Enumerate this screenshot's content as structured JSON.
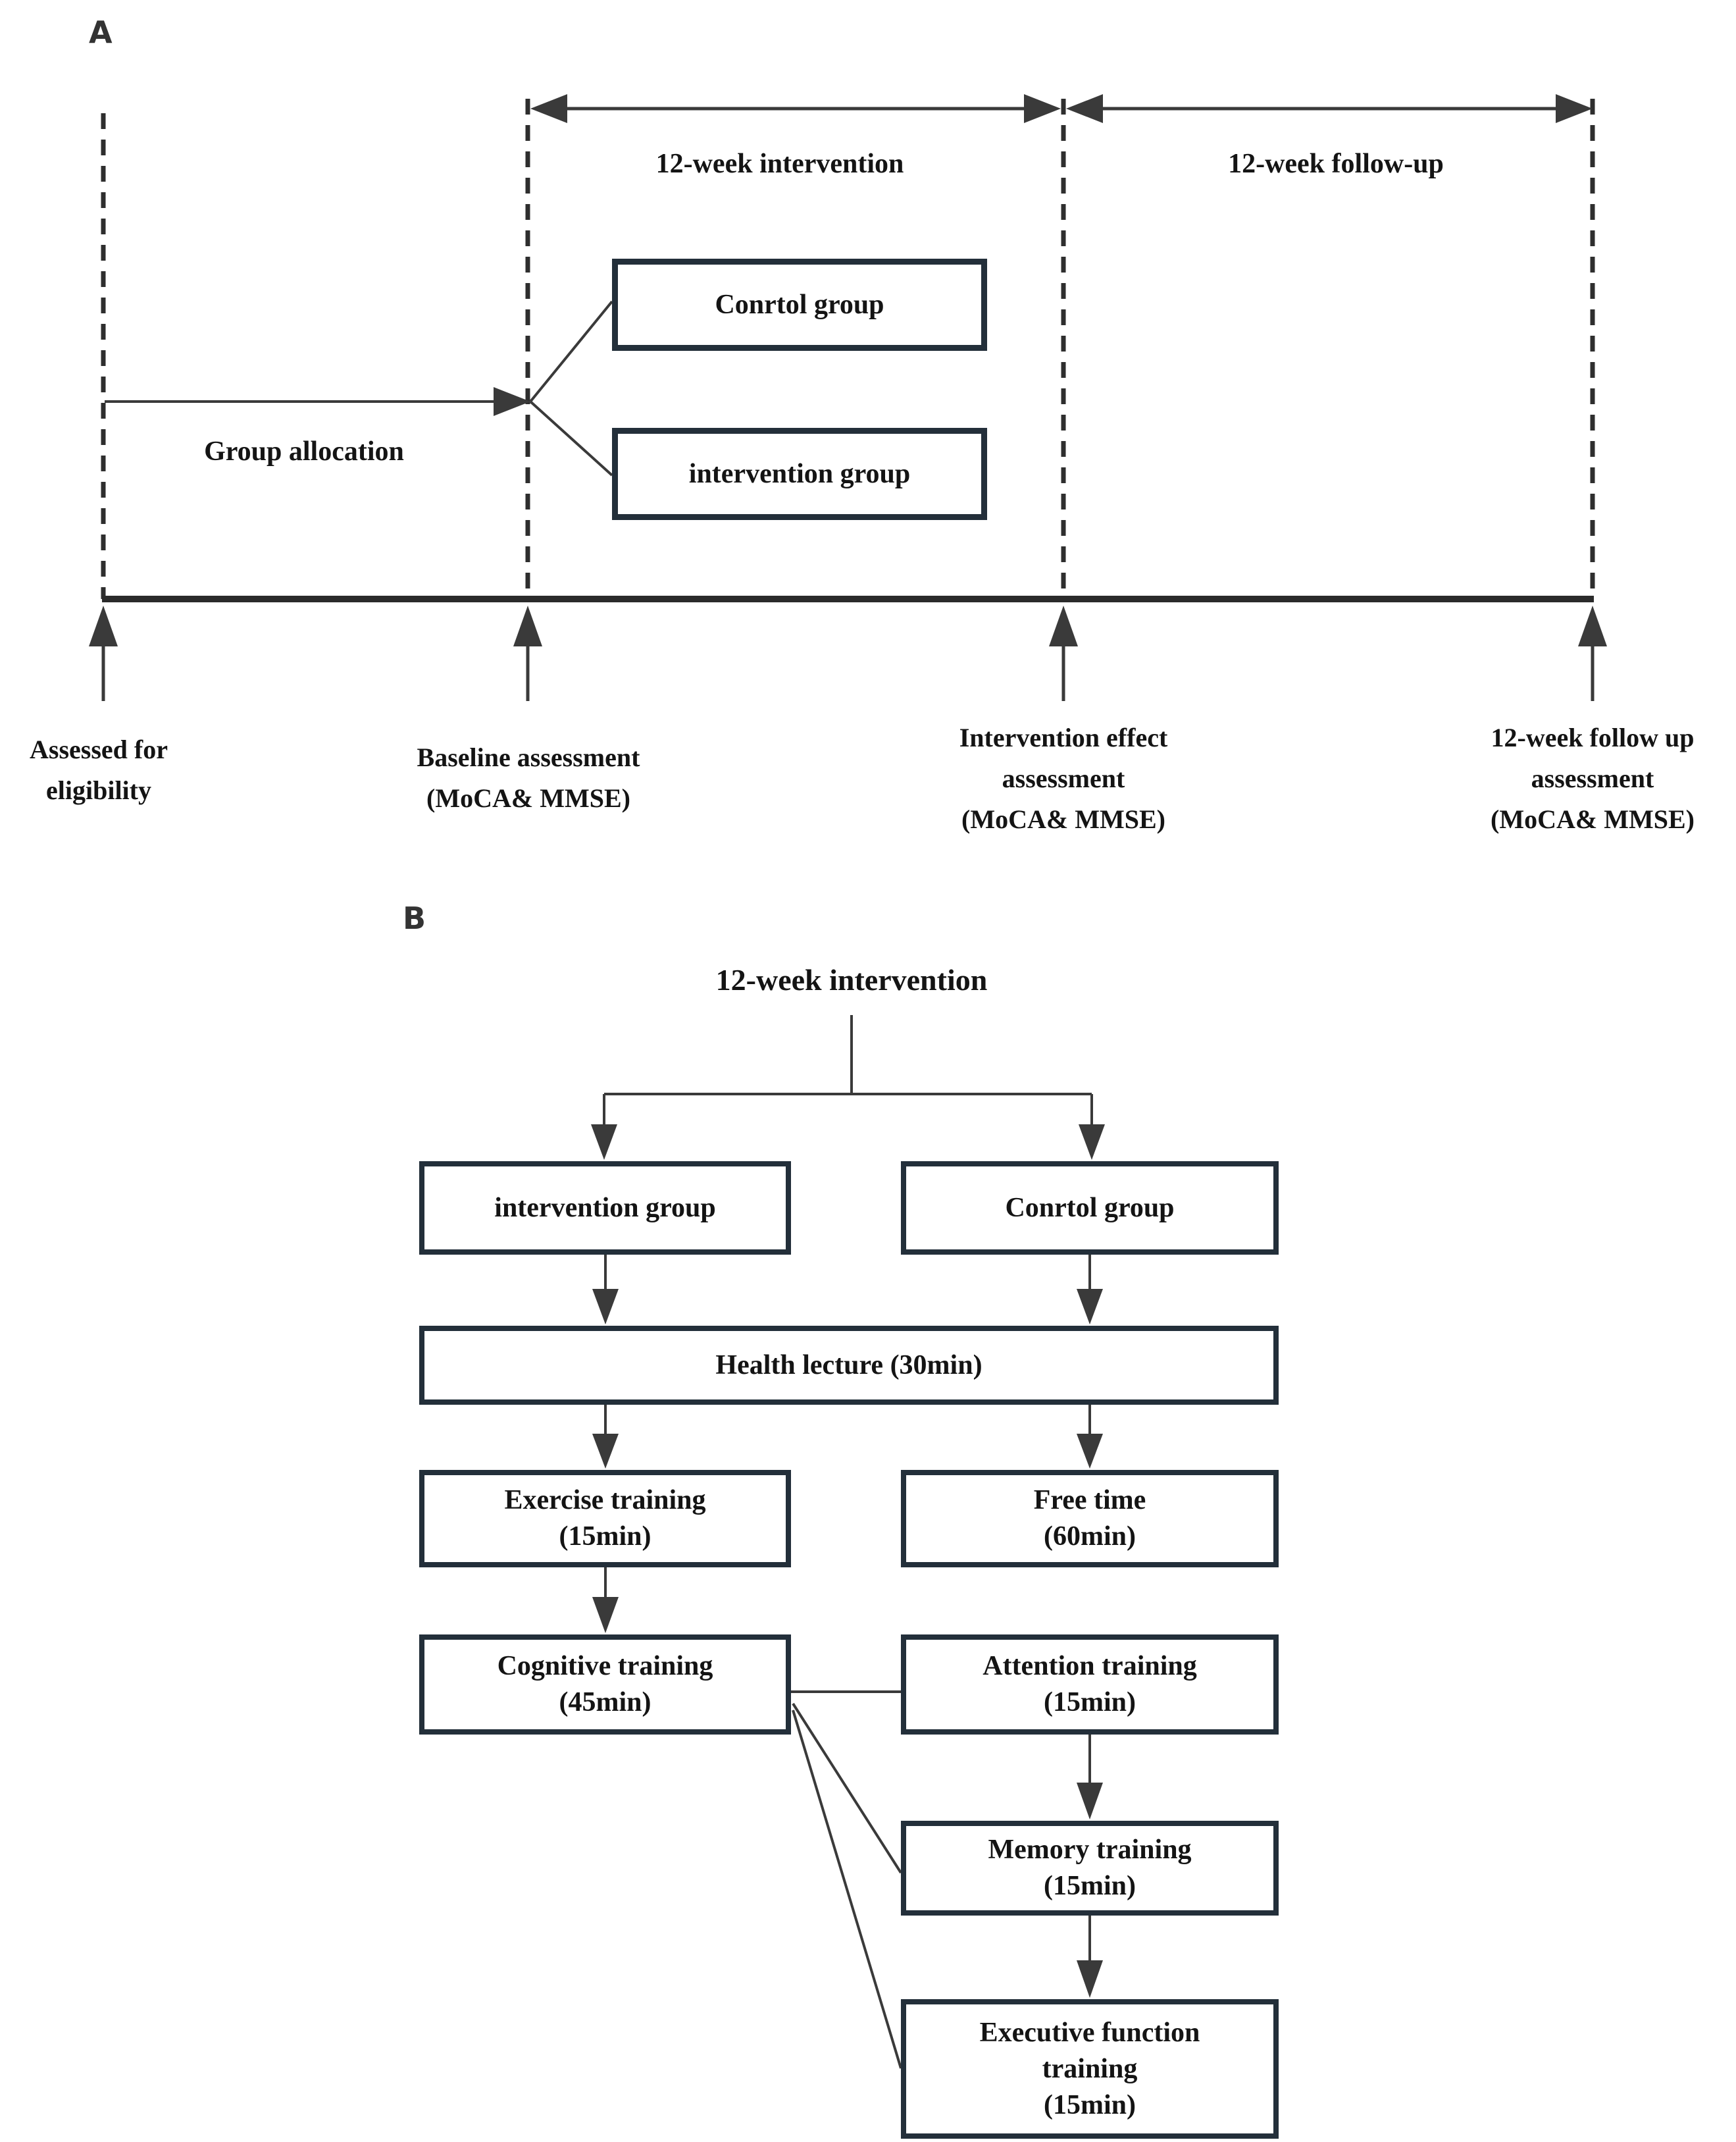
{
  "colors": {
    "line": "#3a3a3a",
    "box_border": "#232f3a",
    "text": "#141414",
    "panel_label": "#333333"
  },
  "panel_a": {
    "label": "A",
    "interval_labels": {
      "intervention": "12-week intervention",
      "followup": "12-week follow-up"
    },
    "group_allocation_label": "Group allocation",
    "boxes": {
      "control": "Conrtol group",
      "intervention": "intervention group"
    },
    "events": [
      {
        "lines": [
          "Assessed for",
          "eligibility"
        ]
      },
      {
        "lines": [
          "Baseline assessment",
          "(MoCA& MMSE)"
        ]
      },
      {
        "lines": [
          "Intervention effect",
          "assessment",
          "(MoCA& MMSE)"
        ]
      },
      {
        "lines": [
          "12-week follow up",
          "assessment",
          "(MoCA& MMSE)"
        ]
      }
    ]
  },
  "panel_b": {
    "label": "B",
    "title": "12-week intervention",
    "boxes": {
      "intervention": {
        "lines": [
          "intervention group"
        ]
      },
      "control": {
        "lines": [
          "Conrtol group"
        ]
      },
      "health": {
        "lines": [
          "Health lecture (30min)"
        ]
      },
      "exercise": {
        "lines": [
          "Exercise training",
          "(15min)"
        ]
      },
      "free_time": {
        "lines": [
          "Free time",
          "(60min)"
        ]
      },
      "cognitive": {
        "lines": [
          "Cognitive training",
          "(45min)"
        ]
      },
      "attention": {
        "lines": [
          "Attention training",
          "(15min)"
        ]
      },
      "memory": {
        "lines": [
          "Memory training",
          "(15min)"
        ]
      },
      "executive": {
        "lines": [
          "Executive function",
          "training",
          "(15min)"
        ]
      }
    }
  }
}
